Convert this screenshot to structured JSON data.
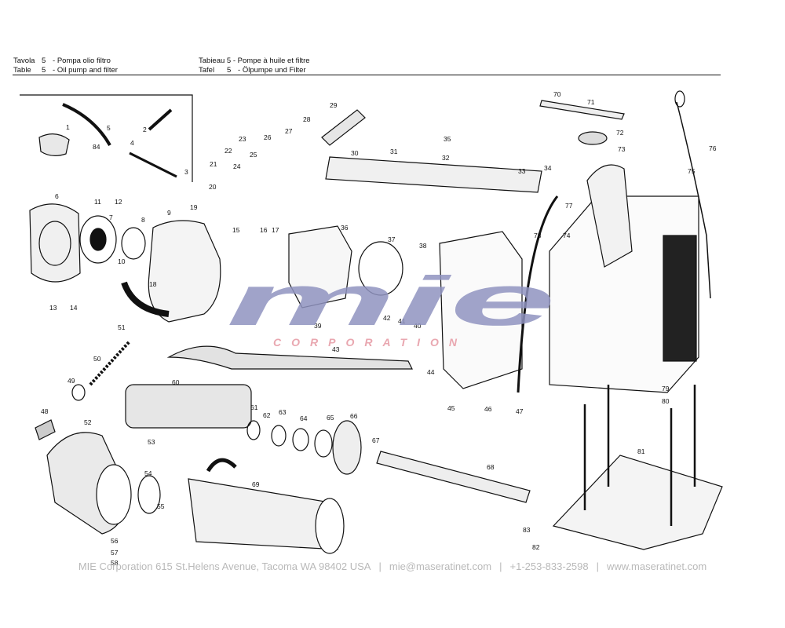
{
  "header": {
    "left": [
      {
        "key": "Tavola",
        "num": "5",
        "text": "Pompa olio filtro"
      },
      {
        "key": "Table",
        "num": "5",
        "text": "Oil pump and filter"
      }
    ],
    "right": [
      {
        "key": "Tabieau 5",
        "num": "",
        "text": "Pompe à huile et filtre"
      },
      {
        "key": "Tafel",
        "num": "5",
        "text": "Ölpumpe und Filter"
      }
    ]
  },
  "watermark": {
    "logo": "mie",
    "sub": "CORPORATION",
    "color_logo": "#8f93c0",
    "color_sub": "#e9a7b0"
  },
  "footer": {
    "company": "MIE Corporation 615 St.Helens Avenue, Tacoma WA 98402 USA",
    "email": "mie@maseratinet.com",
    "phone": "+1-253-833-2598",
    "web": "www.maseratinet.com",
    "separator": "|"
  },
  "parts": [
    "1",
    "2",
    "3",
    "4",
    "5",
    "6",
    "7",
    "8",
    "9",
    "10",
    "11",
    "12",
    "13",
    "14",
    "15",
    "16",
    "17",
    "18",
    "19",
    "20",
    "21",
    "22",
    "23",
    "24",
    "25",
    "26",
    "27",
    "28",
    "29",
    "30",
    "31",
    "32",
    "33",
    "34",
    "35",
    "36",
    "37",
    "38",
    "39",
    "40",
    "41",
    "42",
    "43",
    "44",
    "45",
    "46",
    "47",
    "48",
    "49",
    "50",
    "51",
    "52",
    "53",
    "54",
    "55",
    "56",
    "57",
    "58",
    "60",
    "61",
    "62",
    "63",
    "64",
    "65",
    "66",
    "67",
    "68",
    "69",
    "70",
    "71",
    "72",
    "73",
    "74",
    "75",
    "76",
    "77",
    "78",
    "79",
    "80",
    "81",
    "82",
    "83",
    "84"
  ]
}
